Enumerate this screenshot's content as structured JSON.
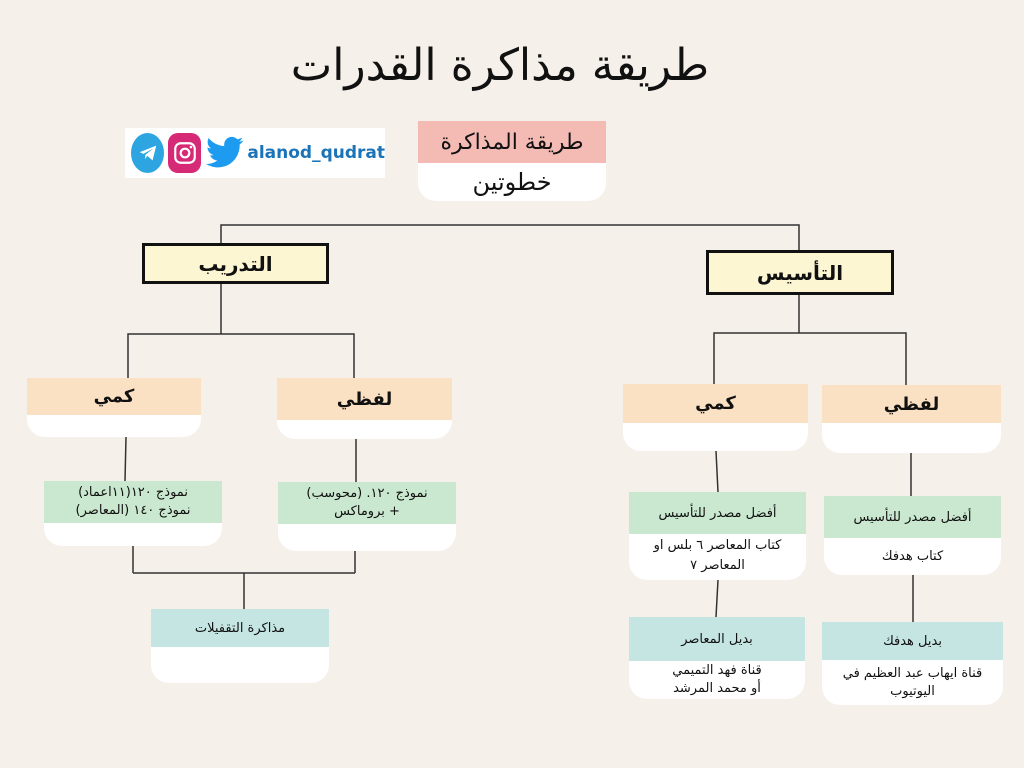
{
  "title": "طريقة مذاكرة القدرات",
  "social": {
    "handle": "alanod_qudrat",
    "icons": [
      "telegram-icon",
      "instagram-icon",
      "twitter-icon"
    ],
    "colors": {
      "telegram": "#2ca5e0",
      "instagram": "#d62976",
      "twitter": "#1d9bf0"
    }
  },
  "method": {
    "label": "طريقة المذاكرة",
    "value": "خطوتين"
  },
  "branches": {
    "training": "التدريب",
    "foundation": "التأسيس"
  },
  "training": {
    "quant": {
      "label": "كمي",
      "note_line1": "نموذج ١٢٠(١١اعماد)",
      "note_line2": "نموذج ١٤٠ (المعاصر)"
    },
    "verbal": {
      "label": "لفظي",
      "note_line1": "نموذج ١٢٠. (محوسب)",
      "note_line2": "+ بروماكس"
    },
    "review": "مذاكرة التقفيلات"
  },
  "foundation": {
    "quant": {
      "label": "كمي",
      "best_label": "أفضل مصدر للتأسيس",
      "best_value": "كتاب المعاصر ٦ بلس او المعاصر ٧",
      "alt_label": "بديل المعاصر",
      "alt_value_line1": "قناة فهد التميمي",
      "alt_value_line2": "أو محمد المرشد"
    },
    "verbal": {
      "label": "لفظي",
      "best_label": "أفضل مصدر للتأسيس",
      "best_value": "كتاب هدفك",
      "alt_label": "بديل هدفك",
      "alt_value_line1": "قناة ايهاب عبد العظيم في",
      "alt_value_line2": "اليوتيوب"
    }
  },
  "colors": {
    "background": "#f5f0ea",
    "peach": "#fbe1c3",
    "green": "#c9e8cf",
    "blue": "#c5e5e3",
    "pink": "#f4bbb5",
    "highlight": "#fdf6d3"
  }
}
